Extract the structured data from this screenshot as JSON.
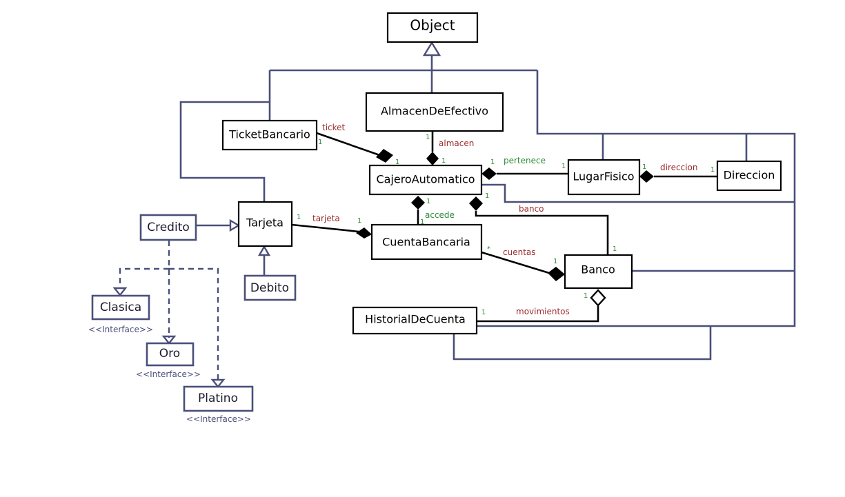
{
  "classes": {
    "object": "Object",
    "almacen_de_efectivo": "AlmacenDeEfectivo",
    "ticket_bancario": "TicketBancario",
    "cajero_automatico": "CajeroAutomatico",
    "lugar_fisico": "LugarFisico",
    "direccion": "Direccion",
    "tarjeta": "Tarjeta",
    "credito": "Credito",
    "cuenta_bancaria": "CuentaBancaria",
    "banco": "Banco",
    "debito": "Debito",
    "historial_de_cuenta": "HistorialDeCuenta",
    "clasica": "Clasica",
    "oro": "Oro",
    "platino": "Platino"
  },
  "stereotypes": {
    "clasica": "<<Interface>>",
    "oro": "<<Interface>>",
    "platino": "<<Interface>>"
  },
  "roles": {
    "ticket": "ticket",
    "almacen": "almacen",
    "pertenece": "pertenece",
    "direccion": "direccion",
    "tarjeta": "tarjeta",
    "accede": "accede",
    "banco": "banco",
    "cuentas": "cuentas",
    "movimientos": "movimientos"
  },
  "multiplicities": {
    "ticket_src": "1",
    "ticket_dst": "1",
    "almacen_src": "1",
    "almacen_dst": "1",
    "pertenece_src": "1",
    "pertenece_dst": "1",
    "direccion_src": "1",
    "direccion_dst": "1",
    "tarjeta_src": "1",
    "tarjeta_dst": "1",
    "accede_src": "1",
    "accede_dst": "1",
    "banco_src": "1",
    "banco_dst": "1",
    "cuentas_src": "*",
    "cuentas_dst": "1",
    "movimientos_src": "1",
    "movimientos_dst": "1"
  },
  "colors": {
    "inheritance_line": "#4a4f7a",
    "association_line": "#000000",
    "role_label": "#9b2a2a",
    "association_label": "#2e8b3a"
  }
}
